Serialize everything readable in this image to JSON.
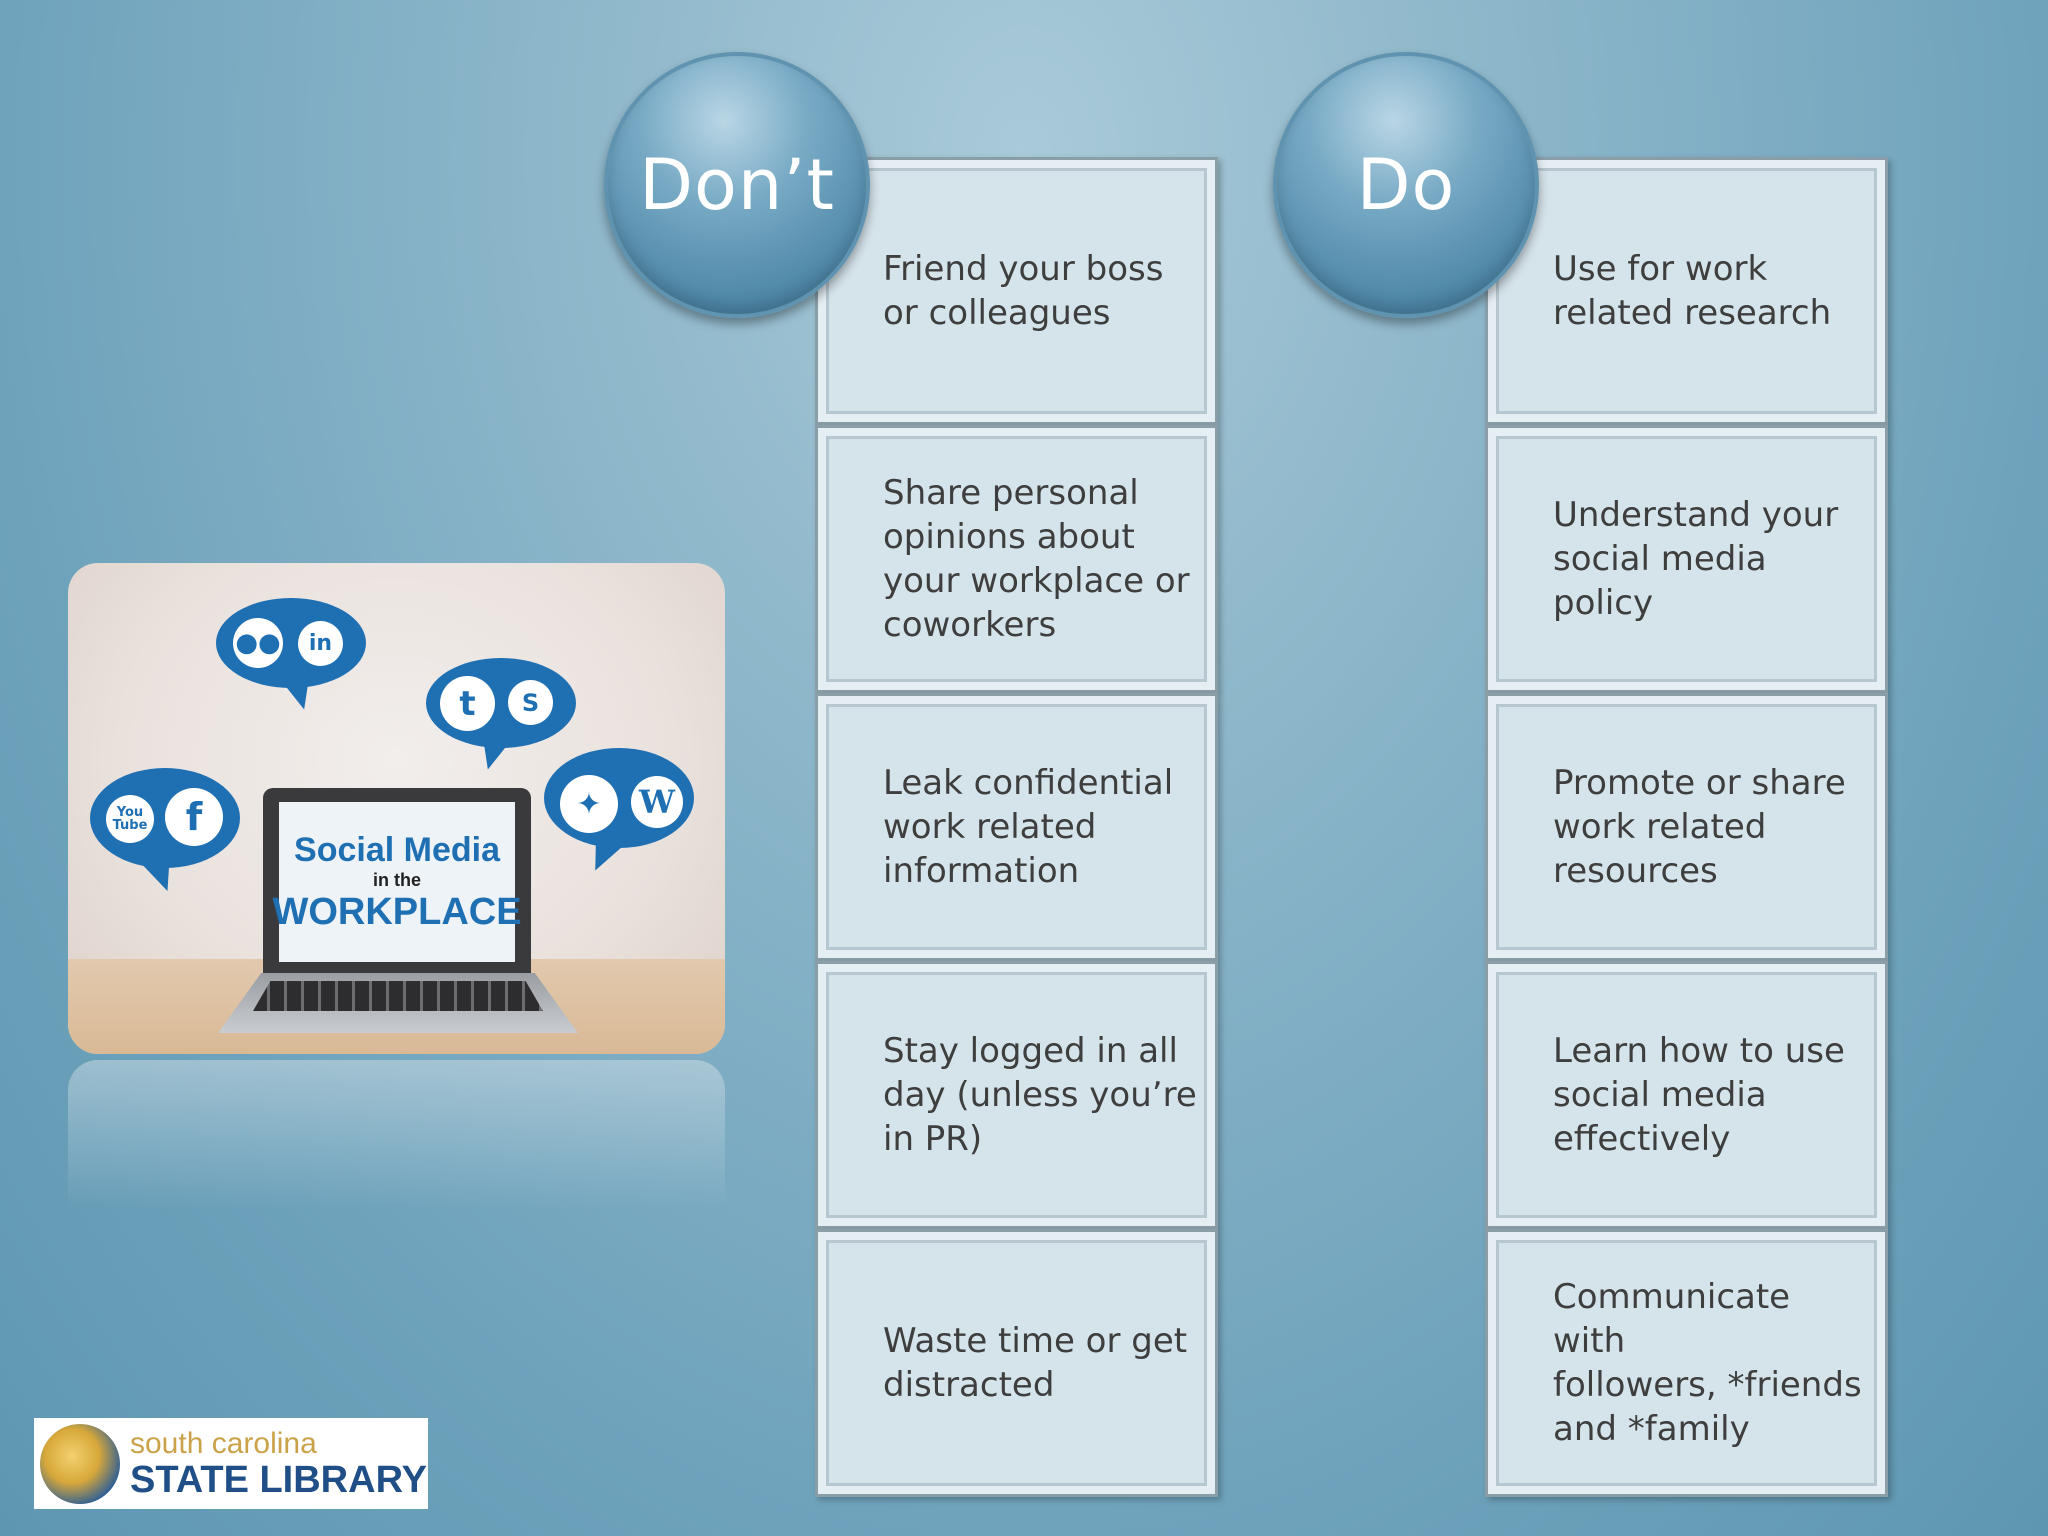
{
  "dont": {
    "header": "Don’t",
    "items": [
      "Friend your boss\nor colleagues",
      "Share personal\nopinions about\nyour workplace or\ncoworkers",
      "Leak confidential\nwork related\ninformation",
      "Stay logged in all\nday (unless you’re\nin PR)",
      "Waste time or get\ndistracted"
    ]
  },
  "do": {
    "header": "Do",
    "items": [
      "Use for work\nrelated research",
      "Understand your\nsocial media policy",
      "Promote or share\nwork related\nresources",
      "Learn how to use\nsocial media\neffectively",
      "Communicate\nwith\nfollowers, *friends\nand *family"
    ]
  },
  "picture": {
    "line1": "Social Media",
    "line2": "in the",
    "line3": "WORKPLACE",
    "icons": [
      "flickr-icon",
      "linkedin-icon",
      "tumblr-icon",
      "skype-icon",
      "youtube-icon",
      "facebook-icon",
      "twitter-icon",
      "wordpress-icon"
    ]
  },
  "logo": {
    "line1": "south carolina",
    "line2": "STATE LIBRARY"
  },
  "colors": {
    "box_fill": "#d5e3ea",
    "circle": "#4f88a8",
    "brand_blue": "#1f6fb3"
  }
}
